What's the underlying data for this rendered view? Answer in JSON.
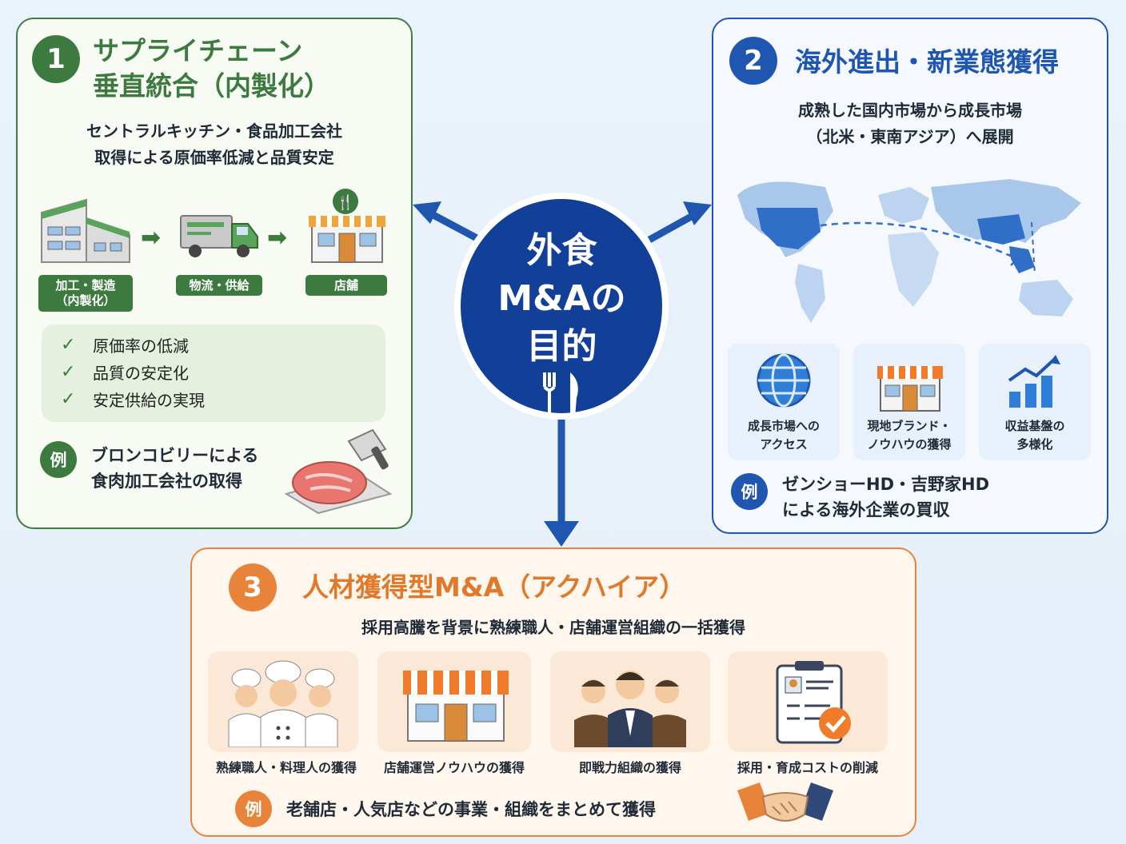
{
  "center": {
    "line1": "外食",
    "line2": "M&Aの",
    "line3": "目的"
  },
  "panel1": {
    "number": "1",
    "title_line1": "サプライチェーン",
    "title_line2": "垂直統合（内製化）",
    "desc_line1": "セントラルキッチン・食品加工会社",
    "desc_line2": "取得による原価率低減と品質安定",
    "flow": {
      "step1_line1": "加工・製造",
      "step1_line2": "（内製化）",
      "step2": "物流・供給",
      "step3": "店舗"
    },
    "checks": [
      "原価率の低減",
      "品質の安定化",
      "安定供給の実現"
    ],
    "example_badge": "例",
    "example_line1": "ブロンコビリーによる",
    "example_line2": "食肉加工会社の取得",
    "color": "#3d7a3f"
  },
  "panel2": {
    "number": "2",
    "title": "海外進出・新業態獲得",
    "desc_line1": "成熟した国内市場から成長市場",
    "desc_line2": "（北米・東南アジア）へ展開",
    "cards": [
      {
        "icon": "globe-icon",
        "line1": "成長市場への",
        "line2": "アクセス"
      },
      {
        "icon": "store-icon",
        "line1": "現地ブランド・",
        "line2": "ノウハウの獲得"
      },
      {
        "icon": "growth-chart-icon",
        "line1": "収益基盤の",
        "line2": "多様化"
      }
    ],
    "example_badge": "例",
    "example_line1": "ゼンショーHD・吉野家HD",
    "example_line2": "による海外企業の買収",
    "color": "#1e56b0"
  },
  "panel3": {
    "number": "3",
    "title": "人材獲得型M&A（アクハイア）",
    "desc": "採用高騰を背景に熟練職人・店舗運営組織の一括獲得",
    "cards": [
      {
        "icon": "chefs-icon",
        "label": "熟練職人・料理人の獲得"
      },
      {
        "icon": "storefront-icon",
        "label": "店舗運営ノウハウの獲得"
      },
      {
        "icon": "team-icon",
        "label": "即戦力組織の獲得"
      },
      {
        "icon": "clipboard-check-icon",
        "label": "採用・育成コストの削減"
      }
    ],
    "example_badge": "例",
    "example_text": "老舗店・人気店などの事業・組織をまとめて獲得",
    "color": "#e8843a"
  }
}
